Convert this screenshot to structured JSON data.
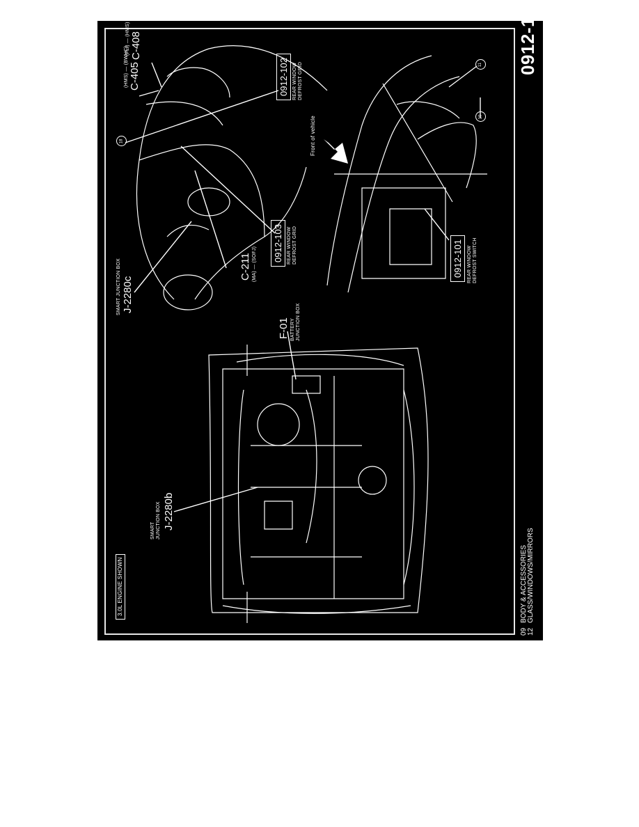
{
  "page": {
    "page_number": "0912-1",
    "section_numbers": [
      "09",
      "12"
    ],
    "section_titles": [
      "BODY & ACCESSORIES",
      "GLASS/WINDOWS/MIRRORS"
    ],
    "engine_note": "3.0L ENGINE SHOWN"
  },
  "labels": {
    "c405": {
      "qualifier": "(HMS) — (BWHC)",
      "id": "C-405"
    },
    "c408": {
      "qualifier": "(FLI) — (HMS)",
      "id": "C-408"
    },
    "c211": {
      "id": "C-211",
      "qualifier": "(MA) — (SOFJ)"
    },
    "j2280c": {
      "title": "SMART JUNCTION BOX",
      "id": "J-2280c"
    },
    "j2280b": {
      "title_line1": "SMART",
      "title_line2": "JUNCTION BOX",
      "id": "J-2280b"
    },
    "f01": {
      "id": "F-01",
      "title_line1": "BATTERY",
      "title_line2": "JUNCTION BOX"
    },
    "front_of_vehicle": "Front of vehicle"
  },
  "references": [
    {
      "code": "0912-102",
      "line1": "REAR WINDOW",
      "line2": "DEFROST GRID"
    },
    {
      "code": "0912-103",
      "line1": "REAR WINDOW",
      "line2": "DEFROST GRID"
    },
    {
      "code": "0912-101",
      "line1": "REAR WINDOW",
      "line2": "DEFROST SWITCH"
    }
  ],
  "callouts": [
    "18",
    "11",
    "10"
  ],
  "colors": {
    "background": "#000000",
    "line_art": "#ffffff",
    "page": "#ffffff"
  }
}
